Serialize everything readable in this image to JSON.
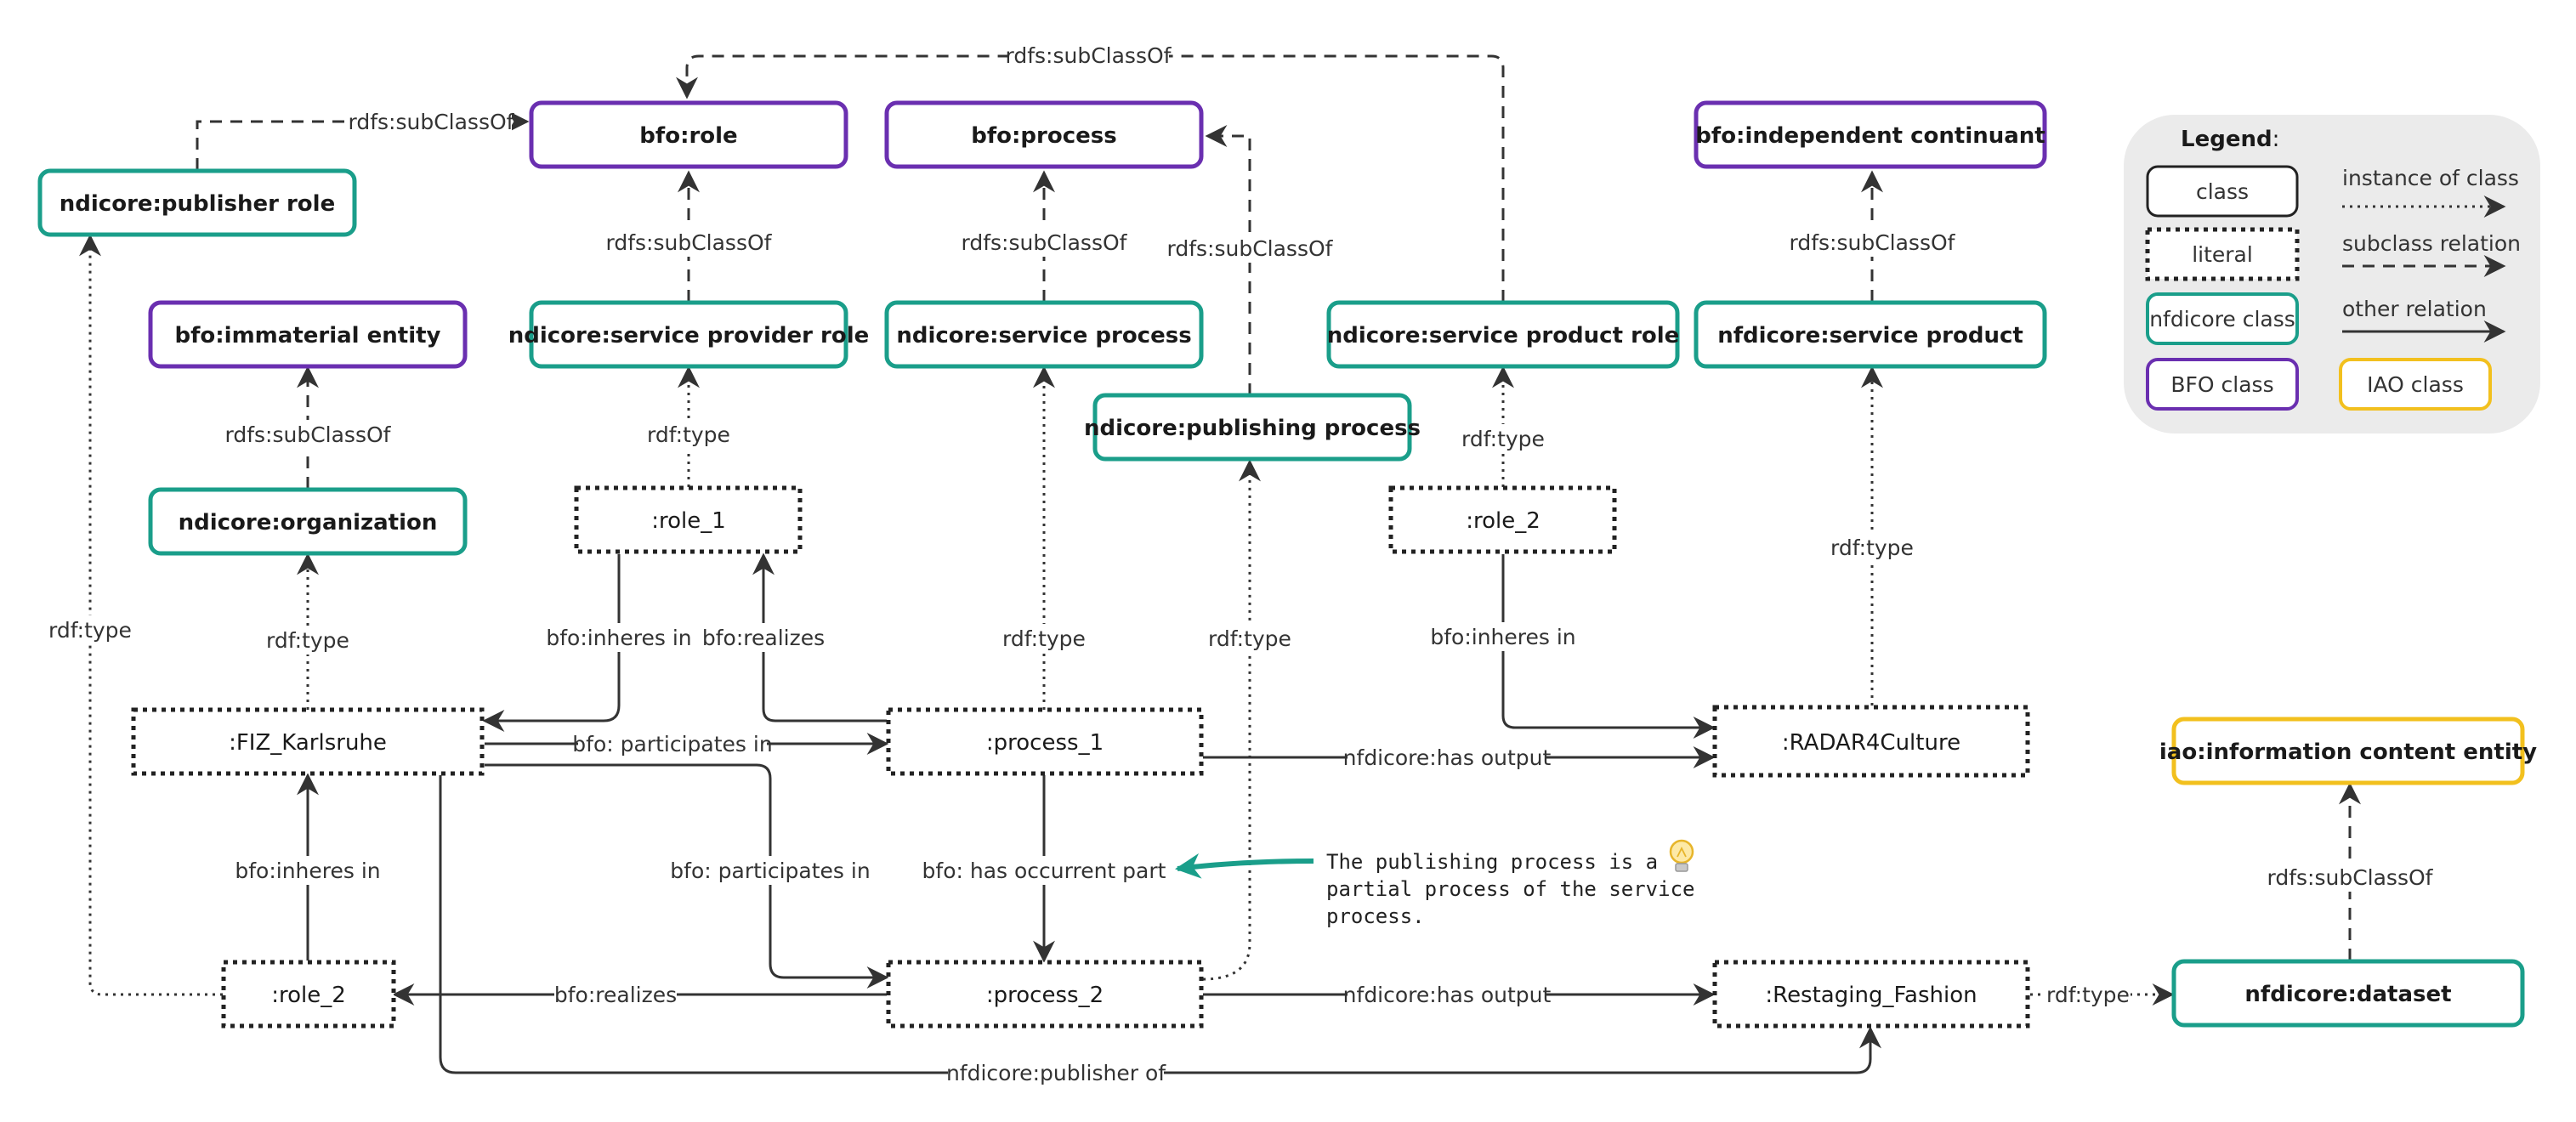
{
  "colors": {
    "nfdicore": "#1a9e8a",
    "bfo": "#6a2fb0",
    "iao": "#f2c01e",
    "line": "#333333",
    "legend_bg": "#ebebeb"
  },
  "classes": {
    "bfo_role": "bfo:role",
    "bfo_process": "bfo:process",
    "bfo_independent_continuant": "bfo:independent continuant",
    "bfo_immaterial_entity": "bfo:immaterial entity",
    "publisher_role": "ndicore:publisher role",
    "service_provider_role": "ndicore:service provider role",
    "service_process": "ndicore:service process",
    "publishing_process": "ndicore:publishing process",
    "service_product_role": "ndicore:service product role",
    "service_product": "nfdicore:service product",
    "organization": "ndicore:organization",
    "iao_ice": "iao:information content entity",
    "dataset": "nfdicore:dataset"
  },
  "literals": {
    "role_1": ":role_1",
    "role_2a": ":role_2",
    "fiz": ":FIZ_Karlsruhe",
    "process_1": ":process_1",
    "radar": ":RADAR4Culture",
    "role_2b": ":role_2",
    "process_2": ":process_2",
    "restaging": ":Restaging_Fashion"
  },
  "edges": {
    "rdfs_subclassof": "rdfs:subClassOf",
    "rdf_type": "rdf:type",
    "bfo_inheres_in": "bfo:inheres in",
    "bfo_realizes": "bfo:realizes",
    "bfo_participates_in": "bfo: participates in",
    "nfdicore_has_output": "nfdicore:has output",
    "bfo_has_occurrent_part": "bfo: has occurrent part",
    "nfdicore_publisher_of": "nfdicore:publisher of"
  },
  "note": {
    "line1": "The publishing process is a",
    "line2": "partial process of the service",
    "line3": "process.",
    "icon": "lightbulb-icon"
  },
  "legend": {
    "title": "Legend",
    "title_suffix": ":",
    "class": "class",
    "literal": "literal",
    "nfdicore_class": "nfdicore class",
    "bfo_class": "BFO class",
    "iao_class": "IAO class",
    "instance_of_class": "instance of class",
    "subclass_relation": "subclass relation",
    "other_relation": "other relation"
  }
}
